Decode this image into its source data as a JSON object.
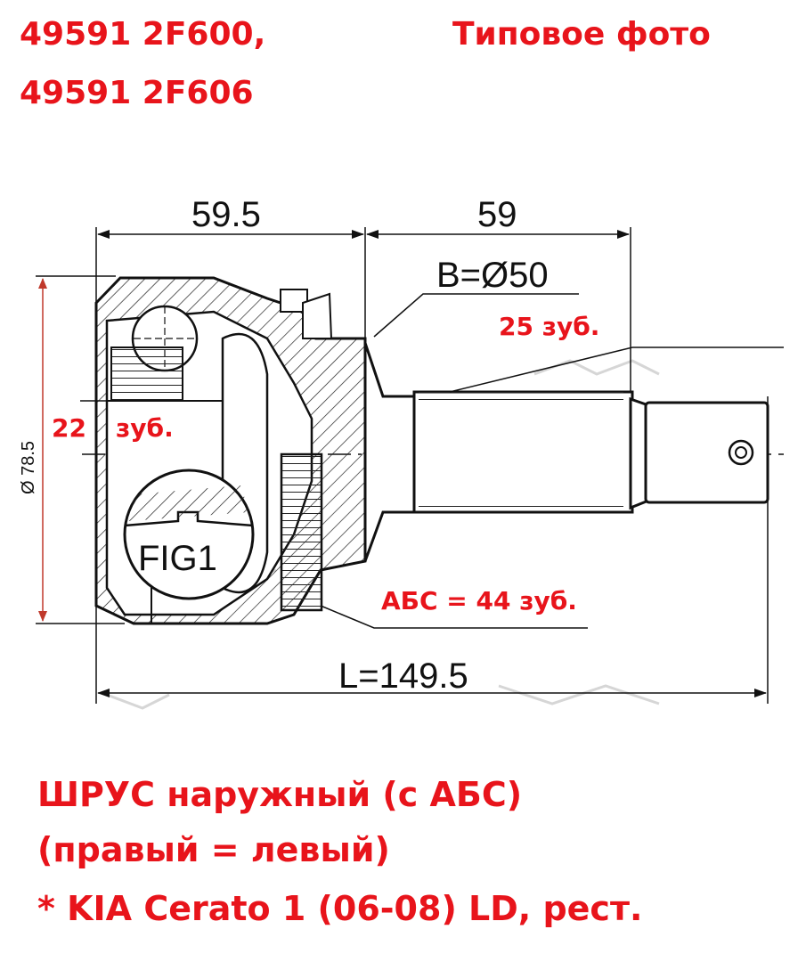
{
  "header": {
    "part_numbers": [
      "49591 2F600,",
      "49591 2F606"
    ],
    "photo_note": "Типовое фото"
  },
  "drawing": {
    "dim_left": "59.5",
    "dim_right": "59",
    "dim_bore": "B=Ø50",
    "dim_height": "Ø 78.5",
    "dim_total": "L=149.5",
    "fig_label": "FIG1",
    "spline_outer": "25 зуб.",
    "spline_inner_count": "22",
    "spline_inner_unit": "зуб.",
    "abs_ring": "АБС = 44 зуб.",
    "colors": {
      "annotation": "#e8141b",
      "line": "#111111",
      "dim_red": "#c0392b"
    }
  },
  "footer": {
    "line1": "ШРУС наружный (с АБС)",
    "line2": "(правый = левый)",
    "line3": "* KIA Cerato 1 (06-08) LD, рест."
  }
}
